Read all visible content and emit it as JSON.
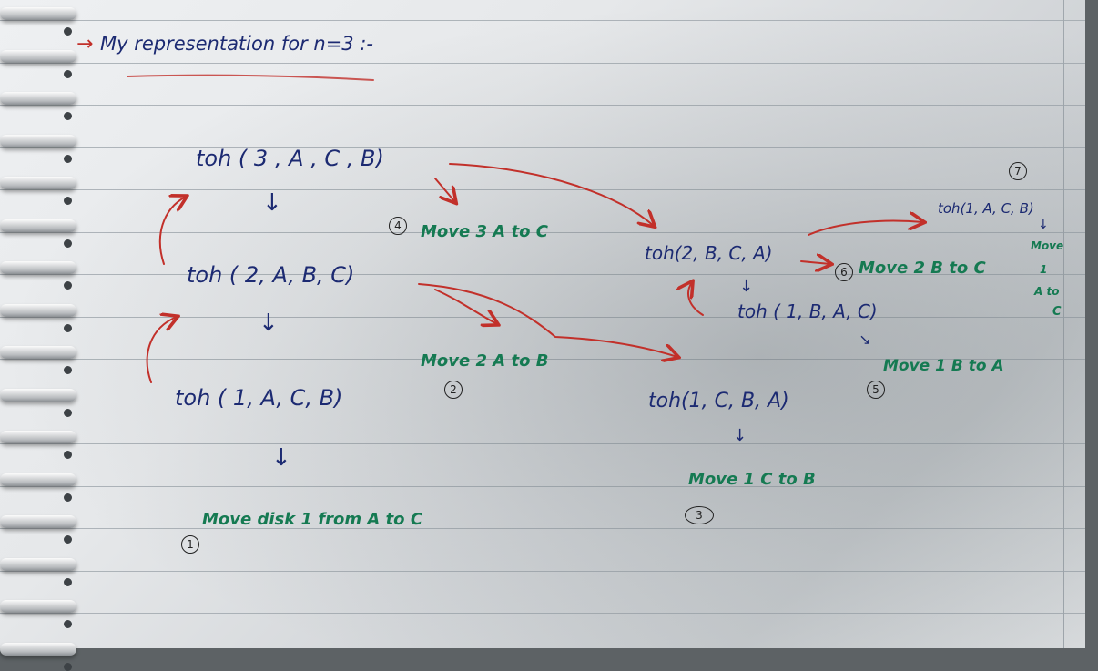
{
  "title": "My representation for n=3 :-",
  "calls": {
    "toh3": "toh ( 3 , A , C , B)",
    "toh2a": "toh ( 2, A, B, C)",
    "toh1a": "toh ( 1, A, C, B)",
    "toh2b": "toh(2, B, C, A)",
    "toh1c": "toh(1, C, B, A)",
    "toh1b": "toh ( 1, B, A, C)",
    "toh1last": "toh(1, A, C, B)"
  },
  "moves": {
    "m1": "Move disk 1 from A to C",
    "m2": "Move 2 A to B",
    "m3": "Move 1 C to B",
    "m4": "Move 3 A to C",
    "m5": "Move 1 B to A",
    "m6": "Move 2 B to C",
    "m7_a": "Move",
    "m7_b": "1",
    "m7_c": "A to",
    "m7_d": "C"
  },
  "steps": {
    "s1": "1",
    "s2": "2",
    "s3": "3",
    "s4": "4",
    "s5": "5",
    "s6": "6",
    "s7": "7"
  },
  "colors": {
    "ink_blue": "#1c2a72",
    "ink_green": "#157a52",
    "ink_red": "#c2302a"
  }
}
